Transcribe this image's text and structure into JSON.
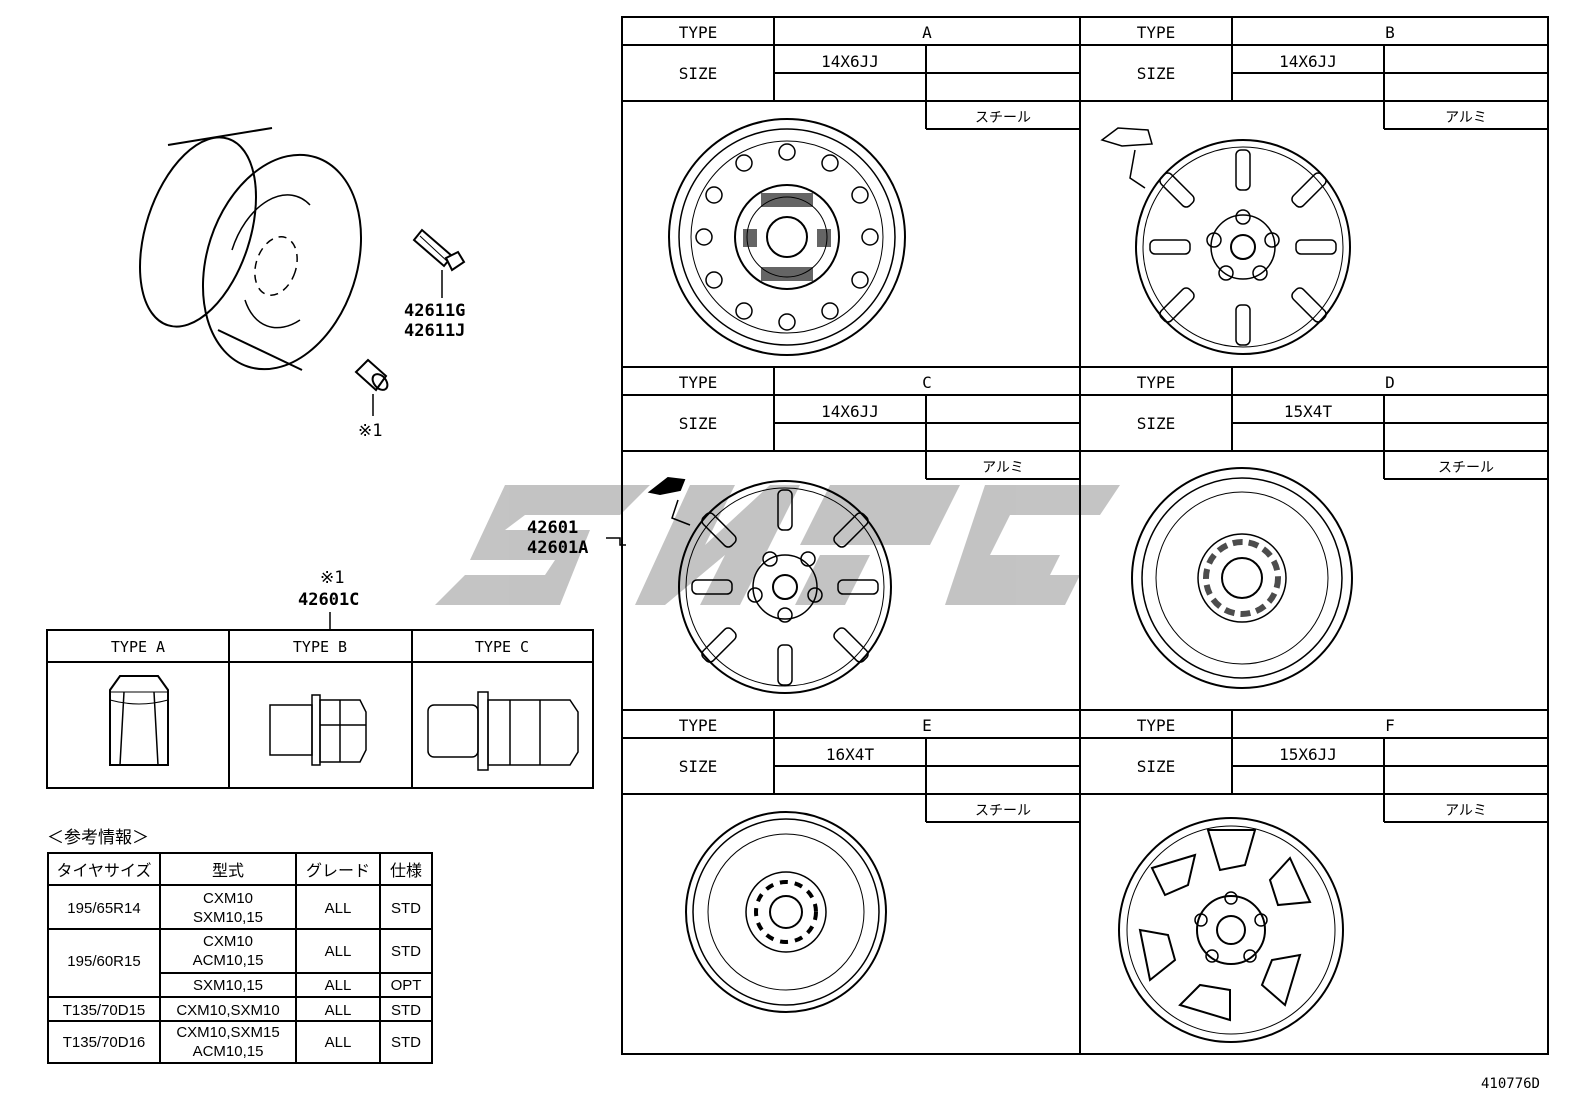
{
  "assembly": {
    "valve_parts": [
      "42611G",
      "42611J"
    ],
    "nut_callout": "※1",
    "wheel_parts": [
      "42601",
      "42601A"
    ],
    "nut_part_mark": "※1",
    "nut_part": "42601C"
  },
  "nut_table": {
    "headers": [
      "TYPE A",
      "TYPE B",
      "TYPE C"
    ]
  },
  "reference": {
    "title": "＜参考情報＞",
    "headers": [
      "タイヤサイズ",
      "型式",
      "グレード",
      "仕様"
    ],
    "rows": [
      {
        "tire": "195/65R14",
        "model": [
          "CXM10",
          "SXM10,15"
        ],
        "grade": "ALL",
        "spec": "STD"
      },
      {
        "tire": "195/60R15",
        "model": [
          "CXM10",
          "ACM10,15"
        ],
        "grade": "ALL",
        "spec": "STD"
      },
      {
        "tire": "",
        "model": [
          "SXM10,15"
        ],
        "grade": "ALL",
        "spec": "OPT"
      },
      {
        "tire": "T135/70D15",
        "model": [
          "CXM10,SXM10"
        ],
        "grade": "ALL",
        "spec": "STD"
      },
      {
        "tire": "T135/70D16",
        "model": [
          "CXM10,SXM15",
          "ACM10,15"
        ],
        "grade": "ALL",
        "spec": "STD"
      }
    ]
  },
  "wheels": {
    "type_label": "TYPE",
    "size_label": "SIZE",
    "items": [
      {
        "type": "A",
        "size": "14X6JJ",
        "material": "スチール"
      },
      {
        "type": "B",
        "size": "14X6JJ",
        "material": "アルミ"
      },
      {
        "type": "C",
        "size": "14X6JJ",
        "material": "アルミ"
      },
      {
        "type": "D",
        "size": "15X4T",
        "material": "スチール"
      },
      {
        "type": "E",
        "size": "16X4T",
        "material": "スチール"
      },
      {
        "type": "F",
        "size": "15X6JJ",
        "material": "アルミ"
      }
    ]
  },
  "diagram_id": "410776D"
}
